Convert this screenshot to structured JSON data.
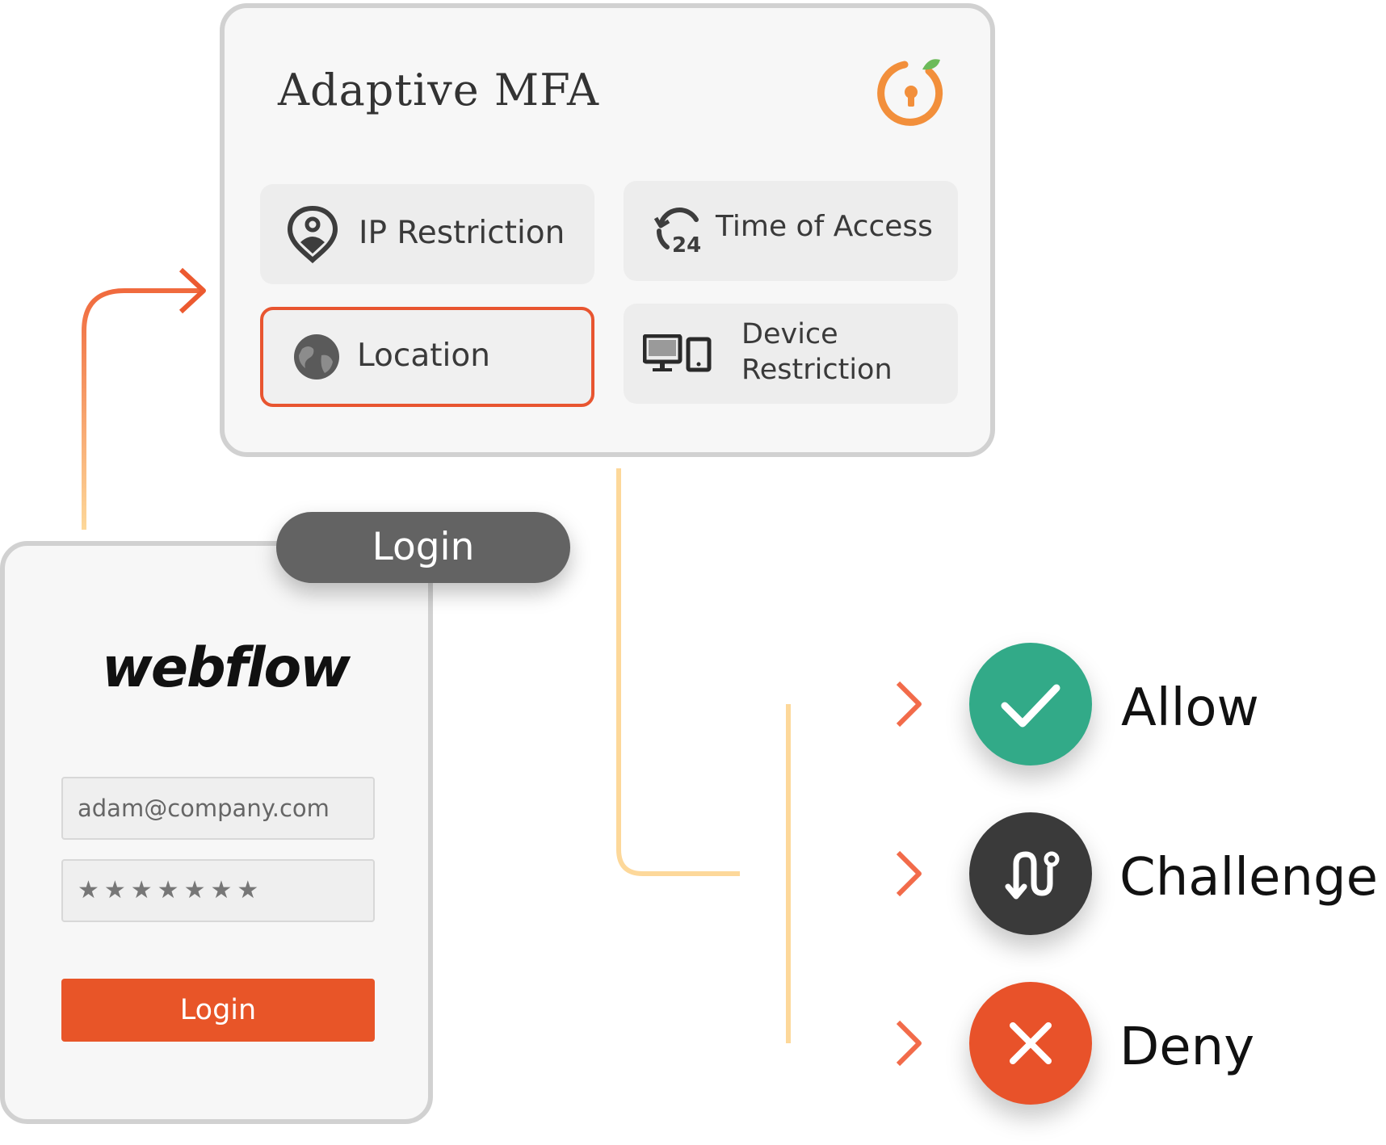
{
  "mfa_panel": {
    "title": "Adaptive MFA",
    "logo_icon": "keyhole-lock-logo-icon",
    "factors": [
      {
        "label": "IP Restriction",
        "icon": "location-pin-person-icon",
        "selected": false
      },
      {
        "label": "Time of Access",
        "icon": "clock-24-icon",
        "selected": false
      },
      {
        "label": "Location",
        "icon": "globe-icon",
        "selected": true
      },
      {
        "label": "Device Restriction",
        "icon": "devices-icon",
        "selected": false
      }
    ]
  },
  "login_card": {
    "brand": "webflow",
    "email_value": "adam@company.com",
    "password_mask": "★★★★★★★",
    "button_label": "Login",
    "pill_label": "Login"
  },
  "outcomes": [
    {
      "label": "Allow",
      "icon": "checkmark-icon",
      "color": "#32aa88"
    },
    {
      "label": "Challenge",
      "icon": "challenge-route-icon",
      "color": "#3a3a3a"
    },
    {
      "label": "Deny",
      "icon": "close-icon",
      "color": "#e8522a"
    }
  ],
  "colors": {
    "accent": "#e85528",
    "connector_light": "#fdd89a",
    "connector_dark": "#f26b4a"
  }
}
